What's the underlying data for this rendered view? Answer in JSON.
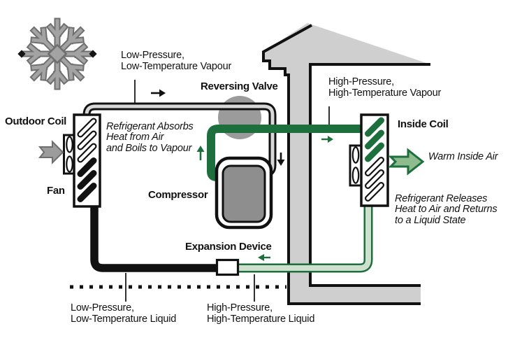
{
  "diagram_title": "Heat pump heating cycle schematic",
  "labels": {
    "outdoor_coil": "Outdoor Coil",
    "fan": "Fan",
    "reversing_valve": "Reversing Valve",
    "compressor": "Compressor",
    "expansion_device": "Expansion Device",
    "inside_coil": "Inside Coil",
    "warm_inside_air": "Warm Inside Air",
    "low_pressure_vapour": "Low-Pressure,\nLow-Temperature Vapour",
    "high_pressure_vapour": "High-Pressure,\nHigh-Temperature Vapour",
    "low_pressure_liquid": "Low-Pressure,\nLow-Temperature Liquid",
    "high_pressure_liquid": "High-Pressure,\nHigh-Temperature Liquid",
    "absorb_note": "Refrigerant Absorbs\nHeat from Air\nand Boils to Vapour",
    "release_note": "Refrigerant Releases\nHeat to Air and Returns\nto a Liquid State"
  },
  "icons": {
    "snowflake": "❅",
    "flow_arrow_right": "→",
    "flow_arrow_up": "↑",
    "flow_arrow_down": "↓",
    "flow_arrow_left": "←",
    "outdoor_air_arrow": "⇒",
    "warm_air_arrow": "⇒",
    "fan_blades": "fan"
  },
  "colors": {
    "pipe_green": "#1e6f3e",
    "pipe_green_light": "#cfe0cf",
    "warm_air_fill": "#8fbc8f",
    "house_gray": "#cfcfcf",
    "valve_gray": "#9b9b9b",
    "compressor_gray": "#8e8e8e",
    "pipe_inner_gray": "#d8d8d8",
    "snow_gray": "#a3a3a3",
    "snow_dark": "#6f6f6f",
    "air_arrow_gray": "#9c9c9c",
    "air_arrow_edge": "#6e6e6e",
    "ink": "#111111"
  }
}
